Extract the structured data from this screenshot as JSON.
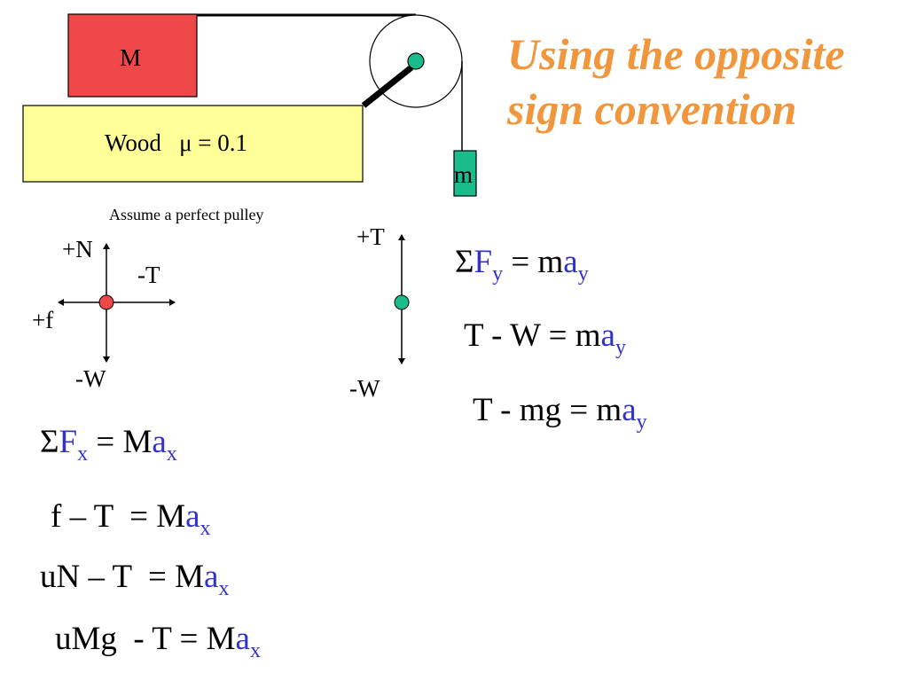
{
  "title": {
    "line1": "Using the opposite",
    "line2": "sign convention"
  },
  "block_M": {
    "label": "M"
  },
  "surface": {
    "material": "Wood",
    "mu_label": "μ = 0.1"
  },
  "hanging_mass": {
    "label": "m"
  },
  "note": "Assume a perfect pulley",
  "fbd_M": {
    "normal": "+N",
    "tension": "-T",
    "friction": "+f",
    "weight": "-W"
  },
  "fbd_m": {
    "tension": "+T",
    "weight": "-W"
  },
  "equations_y": [
    {
      "lhs": "ΣF",
      "lhs_sub": "y",
      "rhs": " = m",
      "a": "a",
      "a_sub": "y"
    },
    {
      "lhs": "T - W = m",
      "a": "a",
      "a_sub": "y"
    },
    {
      "lhs": "T - mg = m",
      "a": "a",
      "a_sub": "y"
    }
  ],
  "equations_x": [
    {
      "lhs": "ΣF",
      "lhs_sub": "x",
      "rhs": " = M",
      "a": "a",
      "a_sub": "x"
    },
    {
      "lhs": "f – T  = M",
      "a": "a",
      "a_sub": "x"
    },
    {
      "lhs": "uN – T  = M",
      "a": "a",
      "a_sub": "x"
    },
    {
      "lhs": "uMg  - T = M",
      "a": "a",
      "a_sub": "x"
    }
  ],
  "colors": {
    "title": "#F0963C",
    "block_M": "#F04848",
    "surface": "#FFFF99",
    "hanging_mass": "#1ABC8C",
    "fbd_M_dot": "#F04848",
    "fbd_m_dot": "#1ABC8C",
    "accel": "#3333CC"
  }
}
